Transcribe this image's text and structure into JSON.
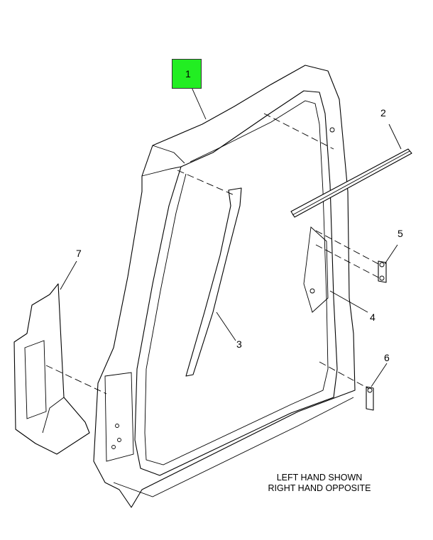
{
  "diagram": {
    "callouts": [
      {
        "id": "1",
        "label": "1",
        "highlighted": true,
        "highlight_color": "#22ee22"
      },
      {
        "id": "2",
        "label": "2"
      },
      {
        "id": "3",
        "label": "3"
      },
      {
        "id": "4",
        "label": "4"
      },
      {
        "id": "5",
        "label": "5"
      },
      {
        "id": "6",
        "label": "6"
      },
      {
        "id": "7",
        "label": "7"
      }
    ],
    "note": {
      "line1": "LEFT HAND SHOWN",
      "line2": "RIGHT HAND OPPOSITE"
    }
  }
}
